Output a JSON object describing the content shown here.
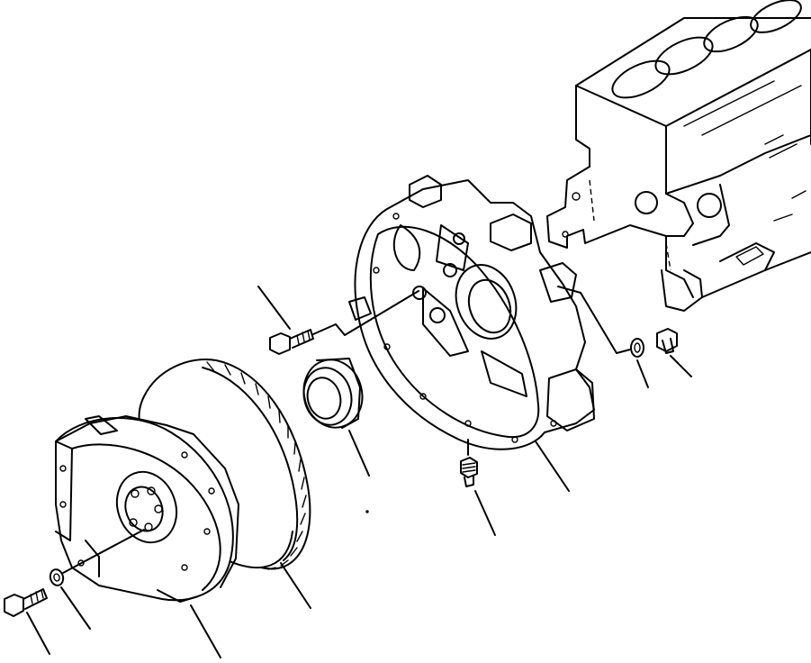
{
  "diagram": {
    "type": "exploded-parts-view",
    "style": "black line art on white",
    "parts": [
      {
        "name": "engine-block",
        "callout": false
      },
      {
        "name": "flywheel-housing",
        "callout": true
      },
      {
        "name": "housing-bolt",
        "callout": false
      },
      {
        "name": "oil-seal",
        "callout": true
      },
      {
        "name": "ring-gear",
        "callout": true
      },
      {
        "name": "flywheel",
        "callout": true
      },
      {
        "name": "flywheel-bolt",
        "callout": true
      },
      {
        "name": "flywheel-washer",
        "callout": true
      },
      {
        "name": "drain-plug",
        "callout": true
      },
      {
        "name": "plug",
        "callout": true
      },
      {
        "name": "plug-gasket",
        "callout": true
      }
    ]
  }
}
